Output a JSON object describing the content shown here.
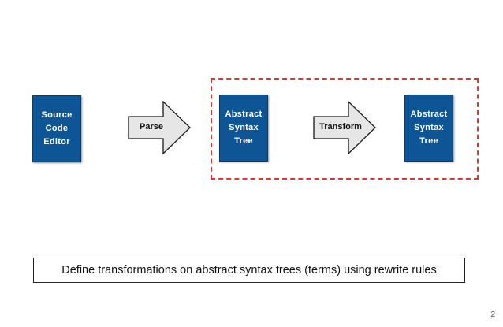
{
  "diagram": {
    "nodes": [
      {
        "id": "source",
        "label": "Source\nCode\nEditor"
      },
      {
        "id": "ast1",
        "label": "Abstract\nSyntax\nTree"
      },
      {
        "id": "ast2",
        "label": "Abstract\nSyntax\nTree"
      }
    ],
    "edges": [
      {
        "from": "source",
        "to": "ast1",
        "label": "Parse"
      },
      {
        "from": "ast1",
        "to": "ast2",
        "label": "Transform"
      }
    ],
    "caption": "Define transformations on abstract syntax trees (terms) using rewrite rules"
  },
  "page_number": "2",
  "colors": {
    "box_fill": "#0e5596",
    "arrow_fill": "#e6e6e6",
    "frame_dashed": "#d23a32"
  }
}
